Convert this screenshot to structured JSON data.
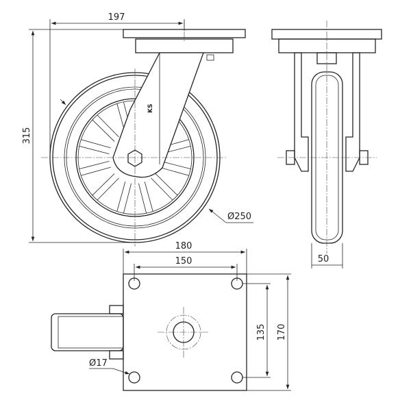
{
  "drawing": {
    "dimensions": {
      "offset": "197",
      "height": "315",
      "wheel_diameter": "Ø250",
      "plate_width": "180",
      "hole_spacing_x": "150",
      "wheel_width": "50",
      "hole_spacing_y": "135",
      "plate_length": "170",
      "hole_diameter": "Ø17"
    },
    "logo_text": "KS"
  }
}
